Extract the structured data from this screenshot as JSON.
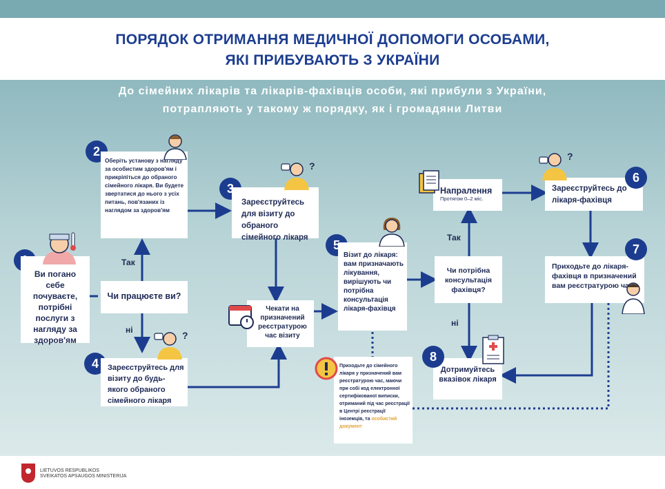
{
  "header": {
    "title_line1": "ПОРЯДОК ОТРИМАННЯ МЕДИЧНОЇ ДОПОМОГИ ОСОБАМИ,",
    "title_line2": "ЯКІ ПРИБУВАЮТЬ З УКРАЇНИ"
  },
  "subtitle": {
    "line1": "До сімейних лікарів та лікарів-фахівців особи, які прибули з України,",
    "line2": "потрапляють у такому ж порядку, як і громадяни Литви"
  },
  "steps": {
    "s1": {
      "num": "1",
      "text": "Ви погано себе почуваєте, потрібні послуги з нагляду за здоров'ям"
    },
    "s2": {
      "num": "2",
      "text": "Оберіть установу з нагляду за особистим здоров'ям і прикріпіться до обраного сімейного лікаря. Ви будете звертатися до нього з усіх питань, пов'язаних із наглядом за здоров'ям"
    },
    "s3": {
      "num": "3",
      "text": "Зареєструйтесь для візиту до обраного сімейного лікаря"
    },
    "s4": {
      "num": "4",
      "text": "Зареєструйтесь для візиту до будь-якого обраного сімейного лікаря"
    },
    "s5": {
      "num": "5",
      "text": "Візит до лікаря: вам призначають лікування, вирішують чи потрібна консультація лікаря-фахівця"
    },
    "s6": {
      "num": "6",
      "text": "Зареєструйтесь до лікаря-фахівця"
    },
    "s7": {
      "num": "7",
      "text": "Приходьте до лікаря-фахівця в призначений вам реєстратурою час"
    },
    "s8": {
      "num": "8",
      "text": "Дотримуйтесь вказівок лікаря"
    }
  },
  "decisions": {
    "work": "Чи працюєте ви?",
    "specialist": "Чи потрібна консультація фахівця?"
  },
  "wait": "Чекати на призначений реєстратурою час візиту",
  "referral": {
    "title": "Напралення",
    "sub": "Протягом 0–2 міс."
  },
  "note": {
    "text": "Приходьте до сімейного лікаря у призначений вам реєстратурою час, маючи при собі код електронної сертифікованої виписки, отриманий під час реєстрації в Центрі реєстрації іноземців, та",
    "highlight": "особистий документ"
  },
  "labels": {
    "yes1": "Так",
    "no1": "ні",
    "yes2": "Так",
    "no2": "ні"
  },
  "footer": {
    "org_line1": "LIETUVOS RESPUBLIKOS",
    "org_line2": "SVEIKATOS APSAUGOS MINISTERIJA"
  },
  "colors": {
    "navy": "#1c3d8f",
    "teal": "#8fb9bf",
    "highlight": "#e0a33a"
  }
}
